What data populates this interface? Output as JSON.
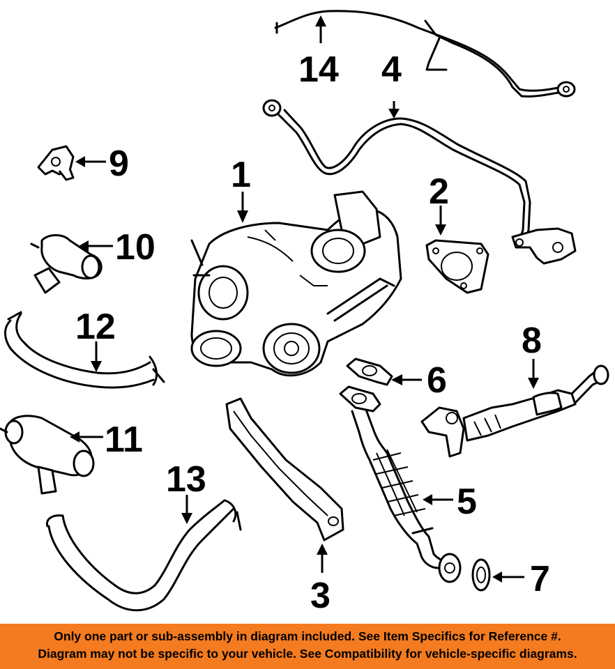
{
  "callouts": {
    "c1": "1",
    "c2": "2",
    "c3": "3",
    "c4": "4",
    "c5": "5",
    "c6": "6",
    "c7": "7",
    "c8": "8",
    "c9": "9",
    "c10": "10",
    "c11": "11",
    "c12": "12",
    "c13": "13",
    "c14": "14"
  },
  "disclaimer": {
    "line1": "Only one part or sub-assembly in diagram included. See Item Specifics for Reference #.",
    "line2": "Diagram may not be specific to your vehicle. See Compatibility for vehicle-specific diagrams."
  },
  "colors": {
    "banner": "#f47b20",
    "line_art": "#000000",
    "background": "#ffffff"
  }
}
